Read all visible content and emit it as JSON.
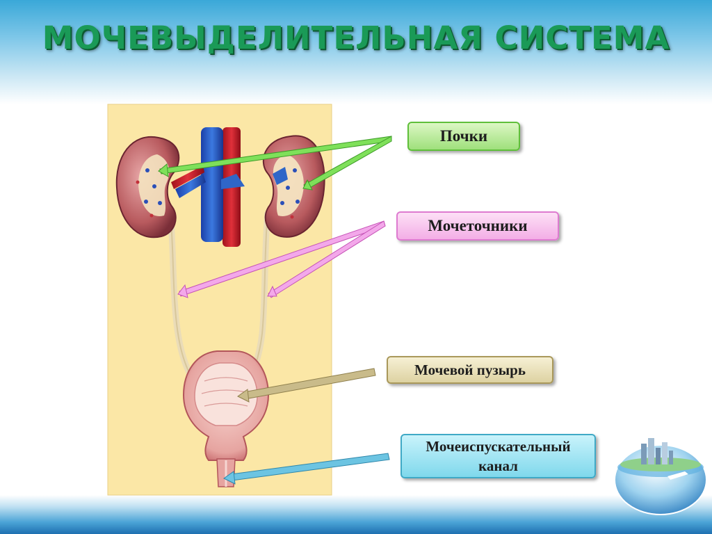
{
  "slide": {
    "title": "МОЧЕВЫДЕЛИТЕЛЬНАЯ СИСТЕМА",
    "labels": {
      "kidneys": "Почки",
      "ureters": "Мочеточники",
      "bladder": "Мочевой пузырь",
      "urethra_line1": "Мочеиспускательный",
      "urethra_line2": "канал"
    }
  },
  "colors": {
    "title": "#1a9a57",
    "kidneys_arrow": "#7fe05a",
    "ureters_arrow": "#e87fdc",
    "bladder_arrow": "#b8a978",
    "urethra_arrow": "#4fb5d6",
    "panel_background": "#fbe7a6"
  },
  "icons": [
    "globe-city-icon"
  ]
}
